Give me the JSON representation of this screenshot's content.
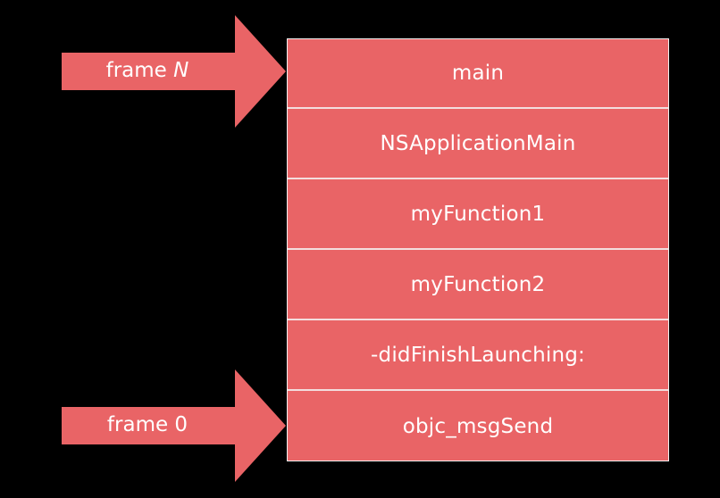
{
  "diagram": {
    "colors": {
      "background": "#000000",
      "frame_fill": "#e96466",
      "frame_divider": "#f3dede",
      "arrow_fill": "#e96466",
      "text": "#ffffff"
    },
    "frames": [
      {
        "label": "main"
      },
      {
        "label": "NSApplicationMain"
      },
      {
        "label": "myFunction1"
      },
      {
        "label": "myFunction2"
      },
      {
        "label": "-didFinishLaunching:"
      },
      {
        "label": "objc_msgSend"
      }
    ],
    "arrows": {
      "top": {
        "label_prefix": "frame ",
        "label_var": "N"
      },
      "bottom": {
        "label_prefix": "frame 0",
        "label_var": ""
      }
    }
  }
}
